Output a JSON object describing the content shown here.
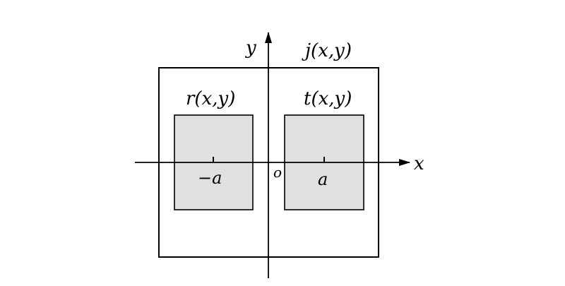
{
  "diagram": {
    "labels": {
      "outer_function": "j(x,y)",
      "left_function": "r(x,y)",
      "right_function": "t(x,y)",
      "x_axis": "x",
      "y_axis": "y",
      "origin": "o",
      "left_tick": "−a",
      "right_tick": "a"
    },
    "colors": {
      "stroke": "#000000",
      "inner_fill": "#e0e0e0",
      "background": "#ffffff"
    }
  }
}
